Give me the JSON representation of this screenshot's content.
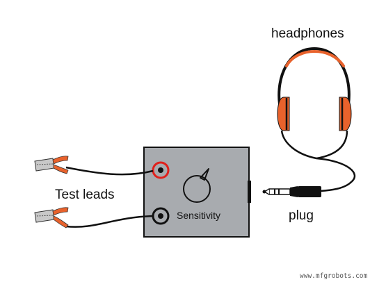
{
  "labels": {
    "headphones": "headphones",
    "test_leads": "Test leads",
    "sensitivity": "Sensitivity",
    "plug": "plug"
  },
  "watermark": "www.mfgrobots.com",
  "colors": {
    "orange": "#E8622C",
    "box_fill": "#A8ABAF",
    "red_jack": "#E0201B",
    "wire": "#111111",
    "clip_grey": "#C8C8C8"
  }
}
